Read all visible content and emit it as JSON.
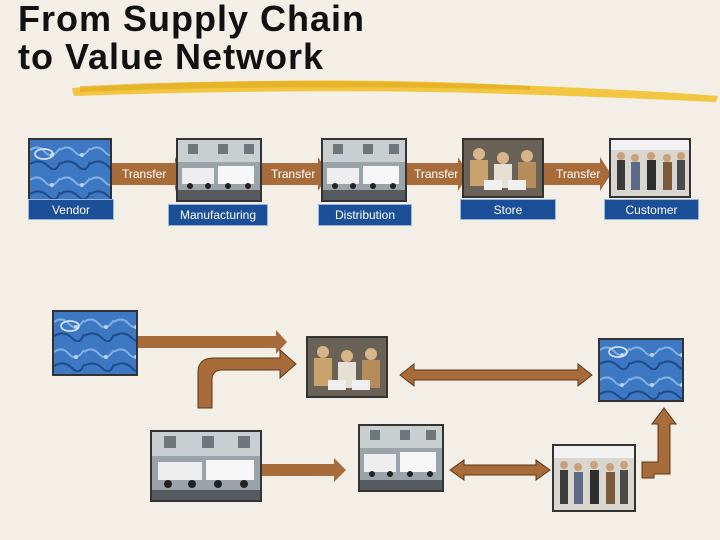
{
  "title": {
    "line1": "From Supply Chain",
    "line2": "to Value Network"
  },
  "chain": {
    "nodes": [
      "Vendor",
      "Manufacturing",
      "Distribution",
      "Store",
      "Customer"
    ],
    "transfer_label": "Transfer",
    "transfers": [
      "Transfer",
      "Transfer",
      "Transfer",
      "Transfer"
    ]
  },
  "colors": {
    "background": "#f4efe6",
    "label_fill": "#1b4f97",
    "arrow_fill": "#a86b3a",
    "accent_brush": "#f2c12e"
  },
  "icons": {
    "vendor": "world-map-image",
    "manufacturing": "trucks-warehouse-image",
    "distribution": "trucks-warehouse-image",
    "store": "people-at-computers-image",
    "customer": "shoppers-image"
  }
}
